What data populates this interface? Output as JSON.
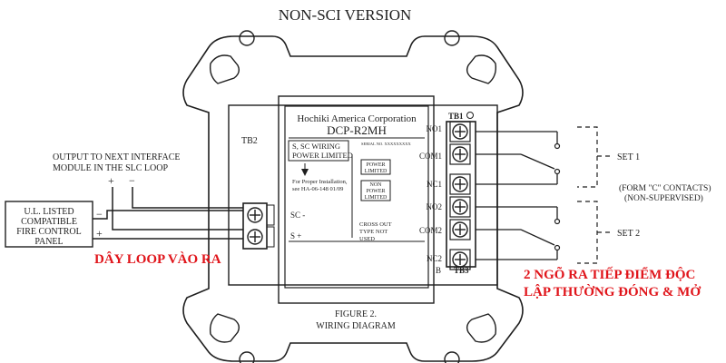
{
  "title": "NON-SCI VERSION",
  "module": {
    "manufacturer": "Hochiki America Corporation",
    "model": "DCP-R2MH",
    "wiring_note_1": "S, SC WIRING",
    "wiring_note_2": "POWER LIMITED",
    "serial": "SERIAL NO. XXXXXXXXX",
    "install_1": "For Proper Installation,",
    "install_2": "see HA-06-148 01/09",
    "power_limited_1": "POWER",
    "power_limited_2": "LIMITED",
    "non_power_1": "NON",
    "non_power_2": "POWER",
    "non_power_3": "LIMITED",
    "cross_out_1": "CROSS OUT",
    "cross_out_2": "TYPE NOT",
    "cross_out_3": "USED"
  },
  "tb2": {
    "label": "TB2",
    "sc_label": "SC -",
    "s_label": "S  +"
  },
  "tb1": {
    "label": "TB1",
    "tb3_label": "TB3",
    "terminals": [
      "NO1",
      "COM1",
      "NC1",
      "NO2",
      "COM2",
      "NC2"
    ]
  },
  "left": {
    "output_line_1": "OUTPUT TO NEXT INTERFACE",
    "output_line_2": "MODULE IN THE SLC LOOP",
    "plus": "+",
    "minus": "−",
    "panel_line_1": "U.L. LISTED",
    "panel_line_2": "COMPATIBLE",
    "panel_line_3": "FIRE CONTROL",
    "panel_line_4": "PANEL",
    "wire_minus": "−",
    "wire_plus": "+",
    "loop_note": "DÂY LOOP VÀO RA"
  },
  "right": {
    "set1": "SET 1",
    "set2": "SET 2",
    "form_c_1": "(FORM \"C\" CONTACTS)",
    "form_c_2": "(NON-SUPERVISED)",
    "note_line_1": "2 NGÕ RA TIẾP ĐIỂM ĐỘC",
    "note_line_2": "LẬP THƯỜNG ĐÓNG & MỞ"
  },
  "figure": {
    "caption_1": "FIGURE 2.",
    "caption_2": "WIRING DIAGRAM"
  },
  "colors": {
    "line": "#1e1e1e",
    "annotation_red": "#e0151b",
    "background": "#ffffff"
  }
}
